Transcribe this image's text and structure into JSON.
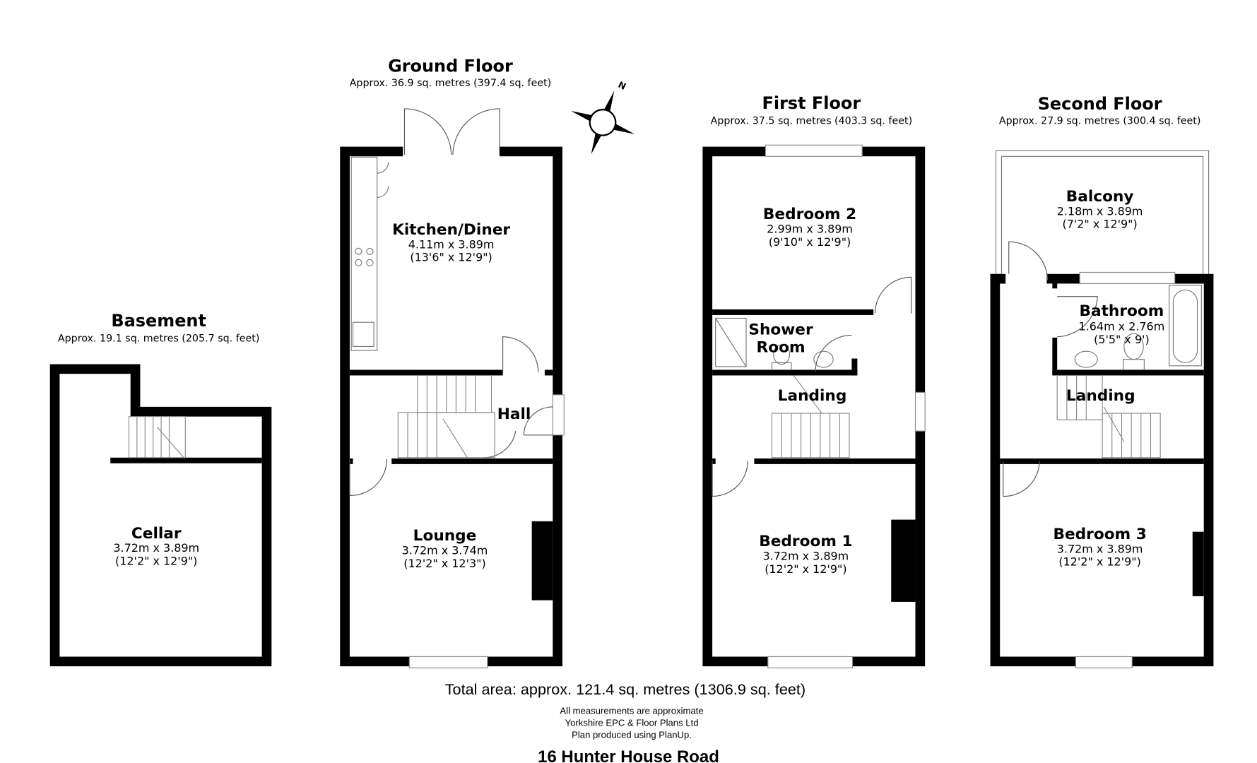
{
  "floors": [
    {
      "title": "Basement",
      "area": "Approx. 19.1 sq. metres (205.7 sq. feet)",
      "rooms": [
        {
          "name": "Cellar",
          "metric": "3.72m x 3.89m",
          "imperial": "(12'2\" x 12'9\")"
        }
      ]
    },
    {
      "title": "Ground Floor",
      "area": "Approx. 36.9 sq. metres (397.4 sq. feet)",
      "rooms": [
        {
          "name": "Kitchen/Diner",
          "metric": "4.11m x 3.89m",
          "imperial": "(13'6\" x 12'9\")"
        },
        {
          "name": "Hall"
        },
        {
          "name": "Lounge",
          "metric": "3.72m x 3.74m",
          "imperial": "(12'2\" x 12'3\")"
        }
      ]
    },
    {
      "title": "First Floor",
      "area": "Approx. 37.5 sq. metres (403.3 sq. feet)",
      "rooms": [
        {
          "name": "Bedroom 2",
          "metric": "2.99m x 3.89m",
          "imperial": "(9'10\" x 12'9\")"
        },
        {
          "name": "Shower",
          "name2": "Room"
        },
        {
          "name": "Landing"
        },
        {
          "name": "Bedroom 1",
          "metric": "3.72m x 3.89m",
          "imperial": "(12'2\" x 12'9\")"
        }
      ]
    },
    {
      "title": "Second Floor",
      "area": "Approx. 27.9 sq. metres (300.4 sq. feet)",
      "rooms": [
        {
          "name": "Balcony",
          "metric": "2.18m x 3.89m",
          "imperial": "(7'2\" x 12'9\")"
        },
        {
          "name": "Bathroom",
          "metric": "1.64m x 2.76m",
          "imperial": "(5'5\" x 9')"
        },
        {
          "name": "Landing"
        },
        {
          "name": "Bedroom 3",
          "metric": "3.72m x 3.89m",
          "imperial": "(12'2\" x 12'9\")"
        }
      ]
    }
  ],
  "compass": {
    "label": "N",
    "icon": "compass-rose-icon"
  },
  "total_area": "Total area: approx. 121.4 sq. metres (1306.9 sq. feet)",
  "notes": [
    "All measurements are approximate",
    "Yorkshire EPC & Floor Plans  Ltd",
    "Plan produced using PlanUp."
  ],
  "address": "16 Hunter House Road"
}
